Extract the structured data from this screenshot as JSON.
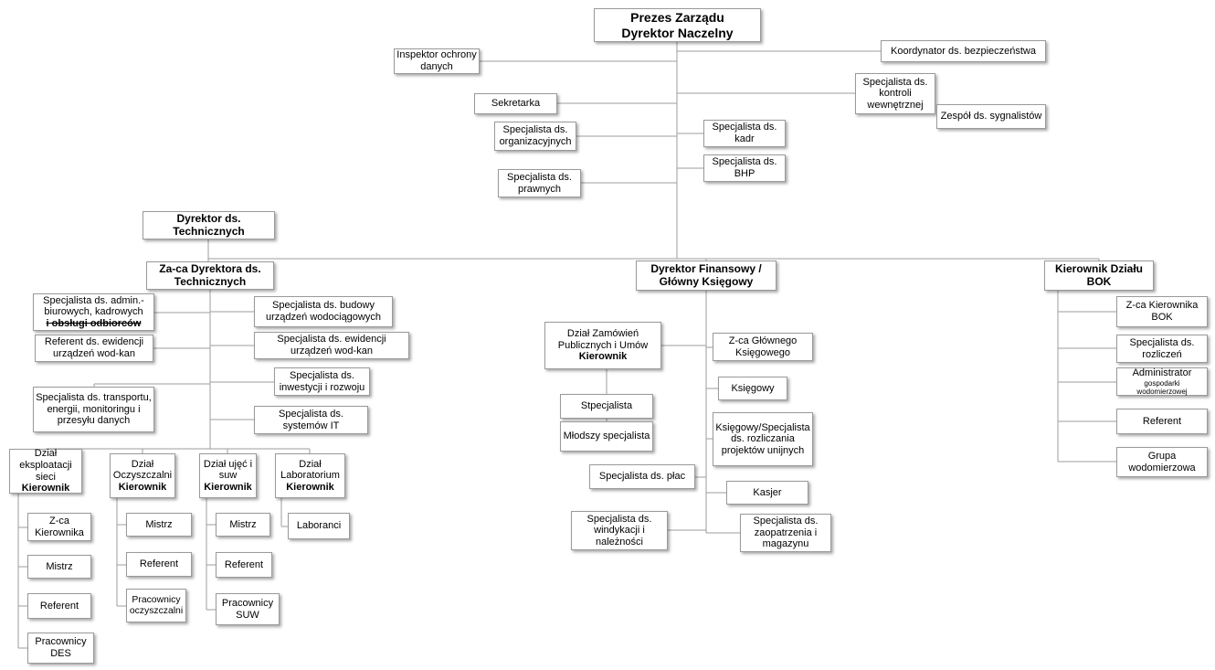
{
  "colors": {
    "box_background": "#ffffff",
    "box_border": "#9a9a9a",
    "connector_line": "#9d9d9d",
    "text": "#000000"
  },
  "nodes": {
    "prezes": {
      "label": "Prezes Zarządu",
      "label2": "Dyrektor Naczelny"
    },
    "inspektor_ochrony_danych": {
      "label": "Inspektor ochrony danych"
    },
    "koordynator_bezpieczenstwa": {
      "label": "Koordynator ds. bezpieczeństwa"
    },
    "kontrola_wewnetrzna": {
      "label": "Specjalista ds. kontroli wewnętrznej"
    },
    "zespol_sygnalistow": {
      "label": "Zespół ds. sygnalistów"
    },
    "sekretarka": {
      "label": "Sekretarka"
    },
    "organizacyjne": {
      "label": "Specjalista ds. organizacyjnych"
    },
    "kadry": {
      "label": "Specjalista ds. kadr"
    },
    "bhp": {
      "label": "Specjalista ds. BHP"
    },
    "prawne": {
      "label": "Specjalista ds. prawnych"
    },
    "dyrektor_techniczny": {
      "label": "Dyrektor ds. Technicznych"
    },
    "zca_dyrektora_technicznego": {
      "label": "Za-ca Dyrektora ds. Technicznych"
    },
    "admin_biurowe": {
      "label": "Specjalista ds. admin.-biurowych, kadrowych",
      "strike": "i obsługi odbiorców"
    },
    "referent_ewidencji": {
      "label": "Referent ds. ewidencji urządzeń wod-kan"
    },
    "transport": {
      "label": "Specjalista ds. transportu, energii, monitoringu i przesyłu danych"
    },
    "budowa": {
      "label": "Specjalista ds. budowy urządzeń wodociągowych"
    },
    "ewidencja": {
      "label": "Specjalista ds. ewidencji urządzeń wod-kan"
    },
    "inwestycje": {
      "label": "Specjalista ds. inwestycji i rozwoju"
    },
    "systemy_it": {
      "label": "Specjalista ds. systemów IT"
    },
    "dzial_eksploatacji": {
      "label": "Dział eksploatacji sieci",
      "role": "Kierownik"
    },
    "dzial_oczyszczalni": {
      "label": "Dział Oczyszczalni",
      "role": "Kierownik"
    },
    "dzial_ujec": {
      "label": "Dział ujęć i suw",
      "role": "Kierownik"
    },
    "dzial_laboratorium": {
      "label": "Dział Laboratorium",
      "role": "Kierownik"
    },
    "des_zca": {
      "label": "Z-ca Kierownika"
    },
    "des_mistrz": {
      "label": "Mistrz"
    },
    "des_referent": {
      "label": "Referent"
    },
    "des_pracownicy": {
      "label": "Pracownicy DES"
    },
    "ocz_mistrz": {
      "label": "Mistrz"
    },
    "ocz_referent": {
      "label": "Referent"
    },
    "ocz_pracownicy": {
      "label": "Pracownicy oczyszczalni"
    },
    "suw_mistrz": {
      "label": "Mistrz"
    },
    "suw_referent": {
      "label": "Referent"
    },
    "suw_pracownicy": {
      "label": "Pracownicy SUW"
    },
    "laboranci": {
      "label": "Laboranci"
    },
    "dyrektor_finansowy": {
      "label": "Dyrektor Finansowy / Główny Księgowy"
    },
    "dzial_zamowien": {
      "label": "Dział Zamówień Publicznych i Umów",
      "role": "Kierownik"
    },
    "stpecjalista": {
      "label": "Stpecjalista"
    },
    "mlodszy_specjalista": {
      "label": "Młodszy specjalista"
    },
    "zca_glownego_ksiegowego": {
      "label": "Z-ca Głównego Księgowego"
    },
    "ksiegowy": {
      "label": "Księgowy"
    },
    "ksiegowy_projekty": {
      "label": "Księgowy/Specjalista ds. rozliczania projektów unijnych"
    },
    "place": {
      "label": "Specjalista ds. płac"
    },
    "kasjer": {
      "label": "Kasjer"
    },
    "windykacja": {
      "label": "Specjalista ds. windykacji i należności"
    },
    "zaopatrzenie": {
      "label": "Specjalista ds. zaopatrzenia i magazynu"
    },
    "kierownik_bok": {
      "label": "Kierownik Działu BOK"
    },
    "bok_zca": {
      "label": "Z-ca Kierownika BOK"
    },
    "bok_rozliczenia": {
      "label": "Specjalista ds. rozliczeń"
    },
    "bok_administrator": {
      "label": "Administrator",
      "sub": "gospodarki wodomierzowej"
    },
    "bok_referent": {
      "label": "Referent"
    },
    "bok_grupa": {
      "label": "Grupa wodomierzowa"
    }
  }
}
